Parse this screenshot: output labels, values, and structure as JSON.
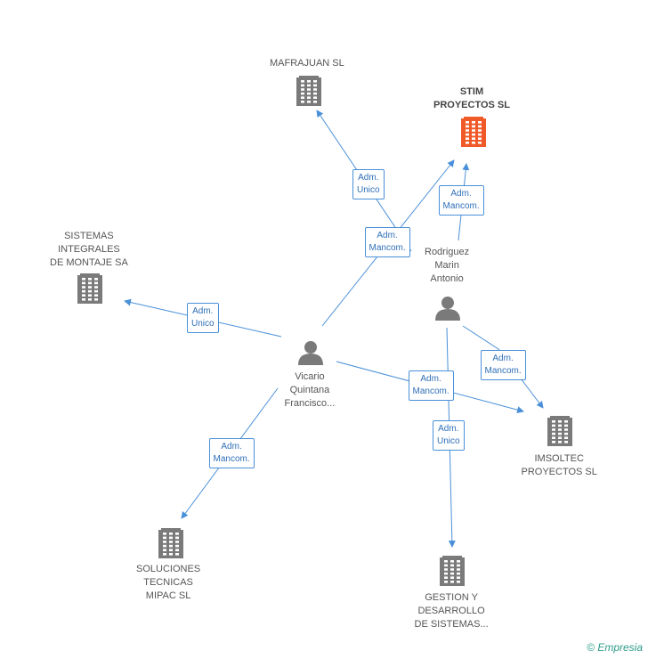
{
  "companies": [
    {
      "id": "mafrajuan",
      "label": "MAFRAJUAN SL",
      "highlight": false
    },
    {
      "id": "stim",
      "label": "STIM\nPROYECTOS SL",
      "highlight": true
    },
    {
      "id": "sistemas",
      "label": "SISTEMAS\nINTEGRALES\nDE MONTAJE SA",
      "highlight": false
    },
    {
      "id": "imsoltec",
      "label": "IMSOLTEC\nPROYECTOS SL",
      "highlight": false
    },
    {
      "id": "soluciones",
      "label": "SOLUCIONES\nTECNICAS\nMIPAC  SL",
      "highlight": false
    },
    {
      "id": "gestion",
      "label": "GESTION Y\nDESARROLLO\nDE SISTEMAS...",
      "highlight": false
    }
  ],
  "people": [
    {
      "id": "rodriguez",
      "label": "Rodriguez\nMarin\nAntonio"
    },
    {
      "id": "vicario",
      "label": "Vicario\nQuintana\nFrancisco..."
    }
  ],
  "edges": [
    {
      "from": "rodriguez",
      "to": "mafrajuan",
      "label": "Adm.\nUnico"
    },
    {
      "from": "rodriguez",
      "to": "stim",
      "label": "Adm.\nMancom."
    },
    {
      "from": "vicario",
      "to": "stim",
      "label": "Adm.\nMancom."
    },
    {
      "from": "vicario",
      "to": "sistemas",
      "label": "Adm.\nUnico"
    },
    {
      "from": "rodriguez",
      "to": "imsoltec",
      "label": "Adm.\nMancom."
    },
    {
      "from": "vicario",
      "to": "imsoltec",
      "label": "Adm.\nMancom."
    },
    {
      "from": "rodriguez",
      "to": "gestion",
      "label": "Adm.\nUnico"
    },
    {
      "from": "vicario",
      "to": "soluciones",
      "label": "Adm.\nMancom."
    }
  ],
  "colors": {
    "edge": "#4a90d9",
    "building": "#7a7a7a",
    "building_highlight": "#f05a28",
    "person": "#7a7a7a"
  },
  "brand": {
    "copyright": "©",
    "name": "Empresia"
  }
}
